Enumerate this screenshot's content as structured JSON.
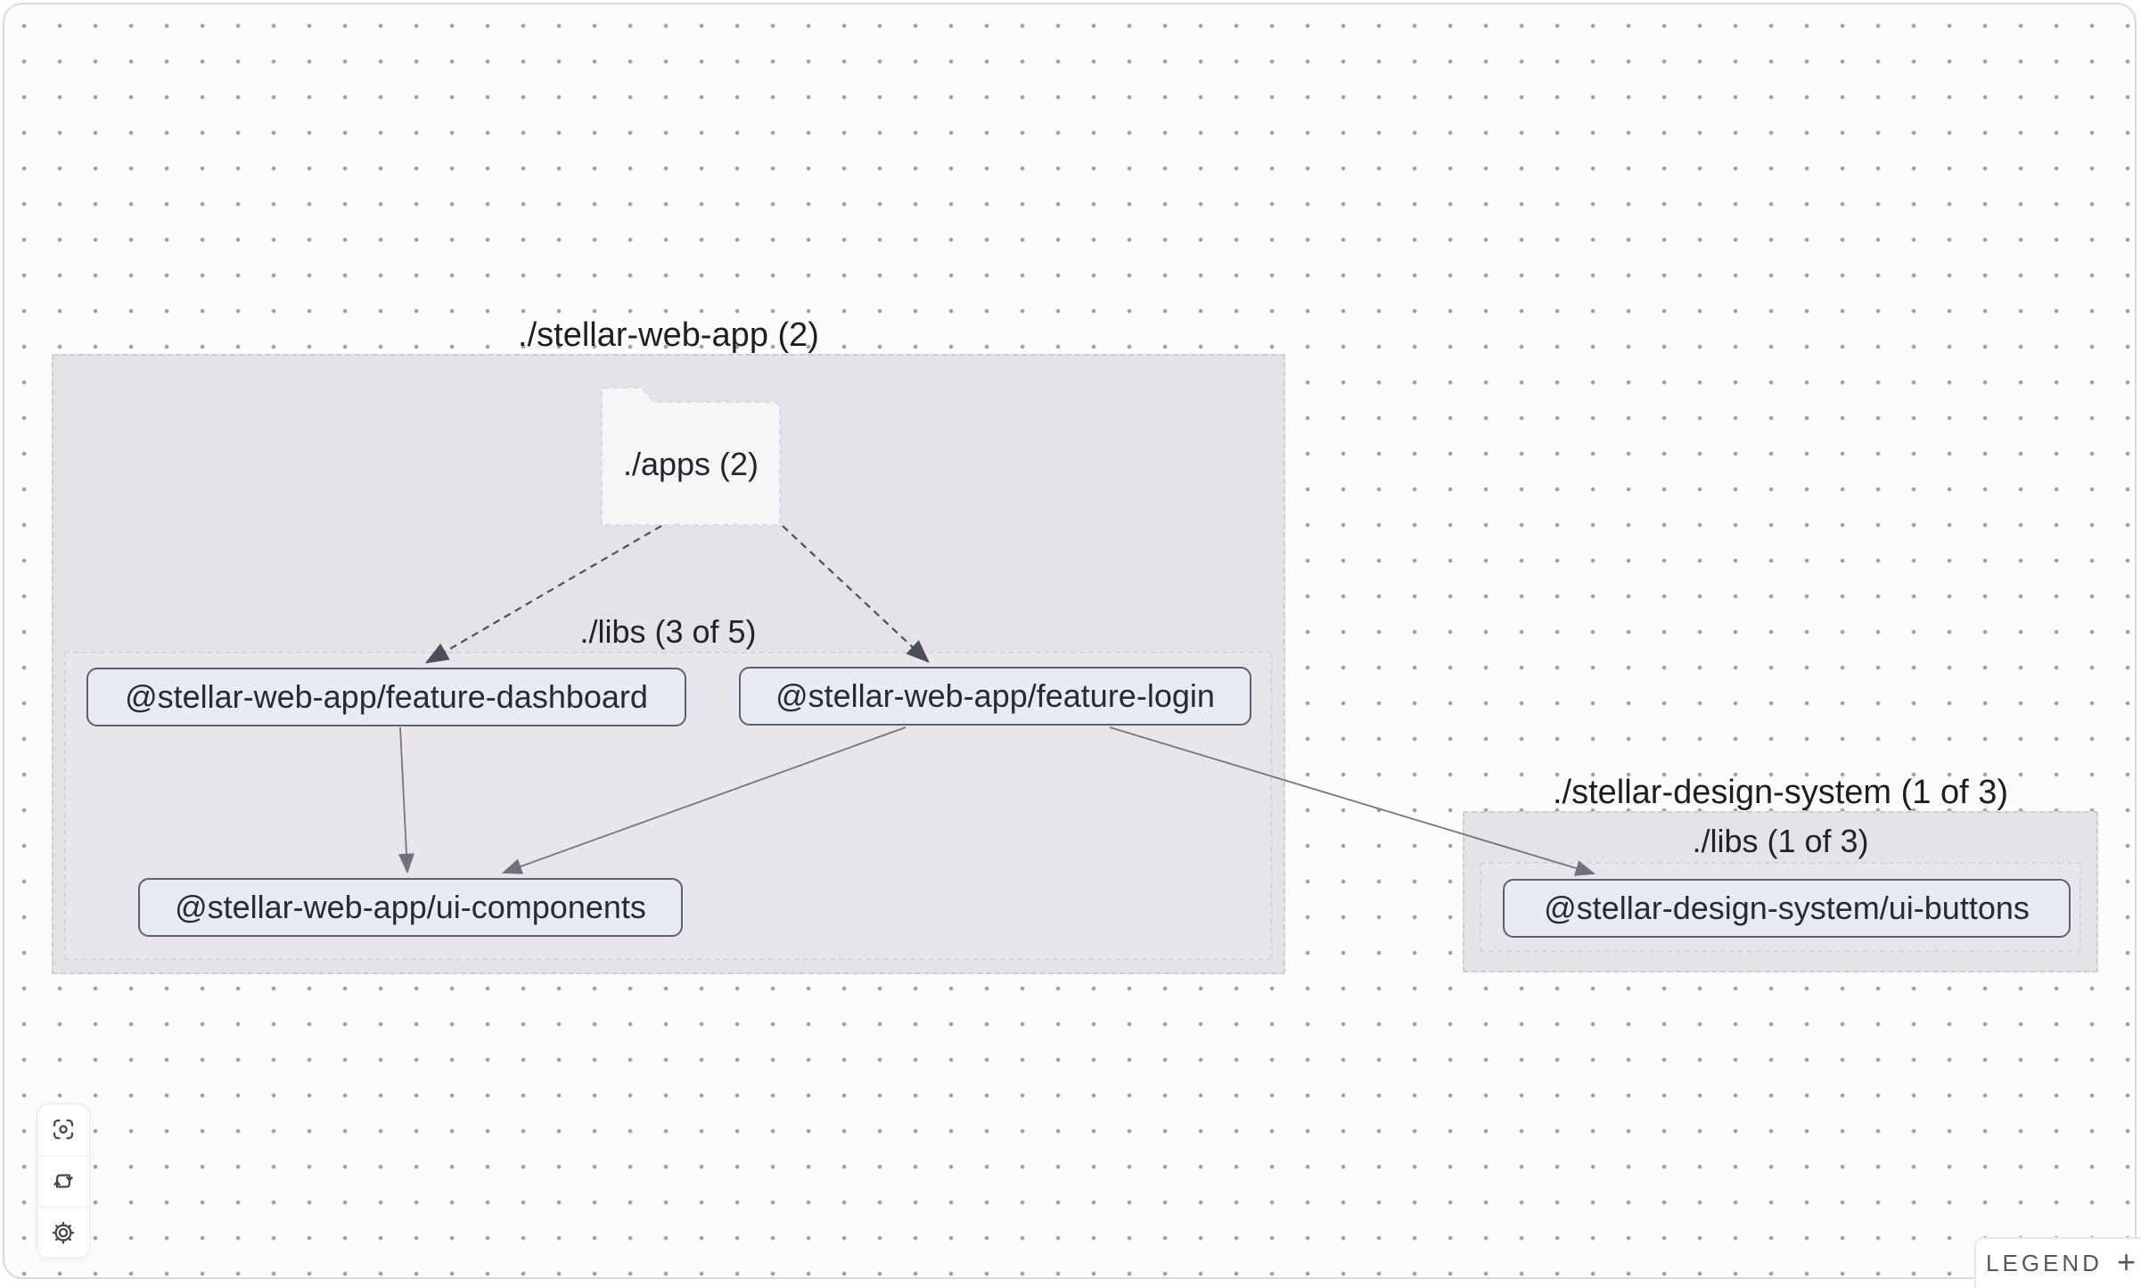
{
  "canvas": {
    "background": "#fcfcfd",
    "dot_color": "#9aa3b2",
    "border_color": "#d9d9de"
  },
  "graph": {
    "groups": {
      "stellar_web_app": {
        "title": "./stellar-web-app (2)"
      },
      "stellar_web_app_libs": {
        "label": "./libs (3 of 5)"
      },
      "stellar_design_system": {
        "title": "./stellar-design-system (1 of 3)"
      },
      "stellar_design_system_libs": {
        "label": "./libs (1 of 3)"
      }
    },
    "folder_node": {
      "label": "./apps (2)"
    },
    "nodes": {
      "feature_dashboard": {
        "label": "@stellar-web-app/feature-dashboard"
      },
      "feature_login": {
        "label": "@stellar-web-app/feature-login"
      },
      "ui_components": {
        "label": "@stellar-web-app/ui-components"
      },
      "ui_buttons": {
        "label": "@stellar-design-system/ui-buttons"
      }
    },
    "edges": [
      {
        "source": "./apps (2)",
        "target": "@stellar-web-app/feature-dashboard",
        "style": "dashed"
      },
      {
        "source": "./apps (2)",
        "target": "@stellar-web-app/feature-login",
        "style": "dashed"
      },
      {
        "source": "@stellar-web-app/feature-dashboard",
        "target": "@stellar-web-app/ui-components",
        "style": "solid"
      },
      {
        "source": "@stellar-web-app/feature-login",
        "target": "@stellar-web-app/ui-components",
        "style": "solid"
      },
      {
        "source": "@stellar-web-app/feature-login",
        "target": "@stellar-design-system/ui-buttons",
        "style": "solid"
      }
    ]
  },
  "toolbar": {
    "buttons": [
      {
        "name": "focus"
      },
      {
        "name": "refresh"
      },
      {
        "name": "settings"
      }
    ]
  },
  "legend": {
    "label": "LEGEND",
    "toggle": "+"
  },
  "colors": {
    "group_fill": "#e5e3e9",
    "subgroup_fill": "#e8e6ec",
    "node_fill": "#e8ebf4",
    "node_border": "#5b616d",
    "edge_solid": "#72767e",
    "edge_dashed": "#4c4f57",
    "icon": "#45484f"
  }
}
